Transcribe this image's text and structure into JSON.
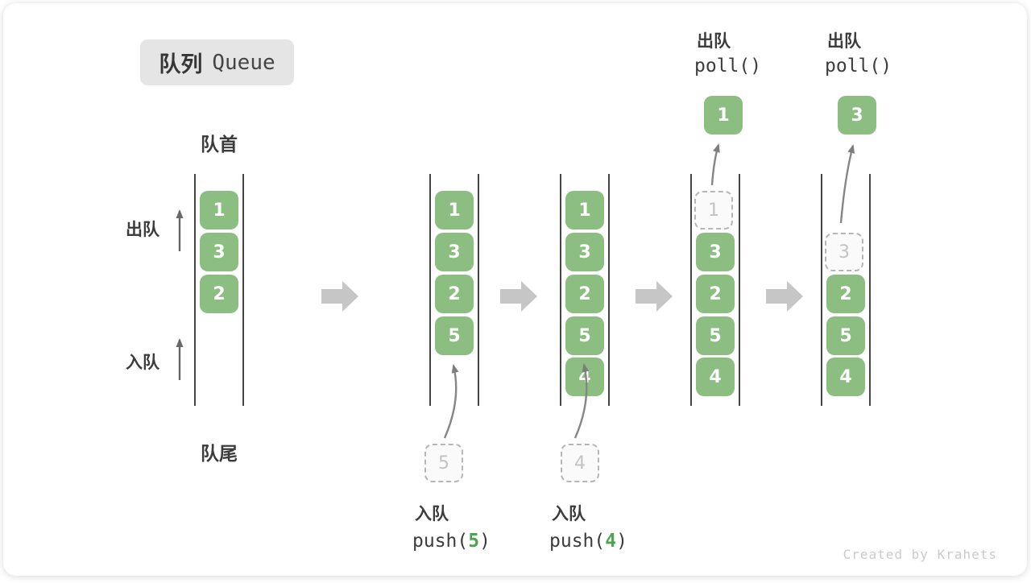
{
  "badge": {
    "zh": "队列",
    "en": "Queue"
  },
  "side": {
    "front": "队首",
    "rear": "队尾",
    "dequeue": "出队",
    "enqueue": "入队"
  },
  "ops": {
    "push5": {
      "label": "入队",
      "pre": "push(",
      "val": "5",
      "post": ")"
    },
    "push4": {
      "label": "入队",
      "pre": "push(",
      "val": "4",
      "post": ")"
    },
    "poll1": {
      "label": "出队",
      "code": "poll()"
    },
    "poll2": {
      "label": "出队",
      "code": "poll()"
    }
  },
  "states": {
    "s1": {
      "slots": [
        "1",
        "3",
        "2"
      ]
    },
    "s2": {
      "slots": [
        "1",
        "3",
        "2",
        "5"
      ],
      "pending": "5"
    },
    "s3": {
      "slots": [
        "1",
        "3",
        "2",
        "5",
        "4"
      ],
      "pending": "4"
    },
    "s4": {
      "popped": "1",
      "ghost": "1",
      "slots": [
        "3",
        "2",
        "5",
        "4"
      ]
    },
    "s5": {
      "popped": "3",
      "ghost": "3",
      "slots": [
        "2",
        "5",
        "4"
      ]
    }
  },
  "watermark": "Created by Krahets",
  "colors": {
    "cell_green": "#8CBE82",
    "code_value_green": "#4CA350",
    "ghost_border": "#b6b6b6",
    "block_arrow": "#c6c6c6",
    "line": "#454545"
  }
}
